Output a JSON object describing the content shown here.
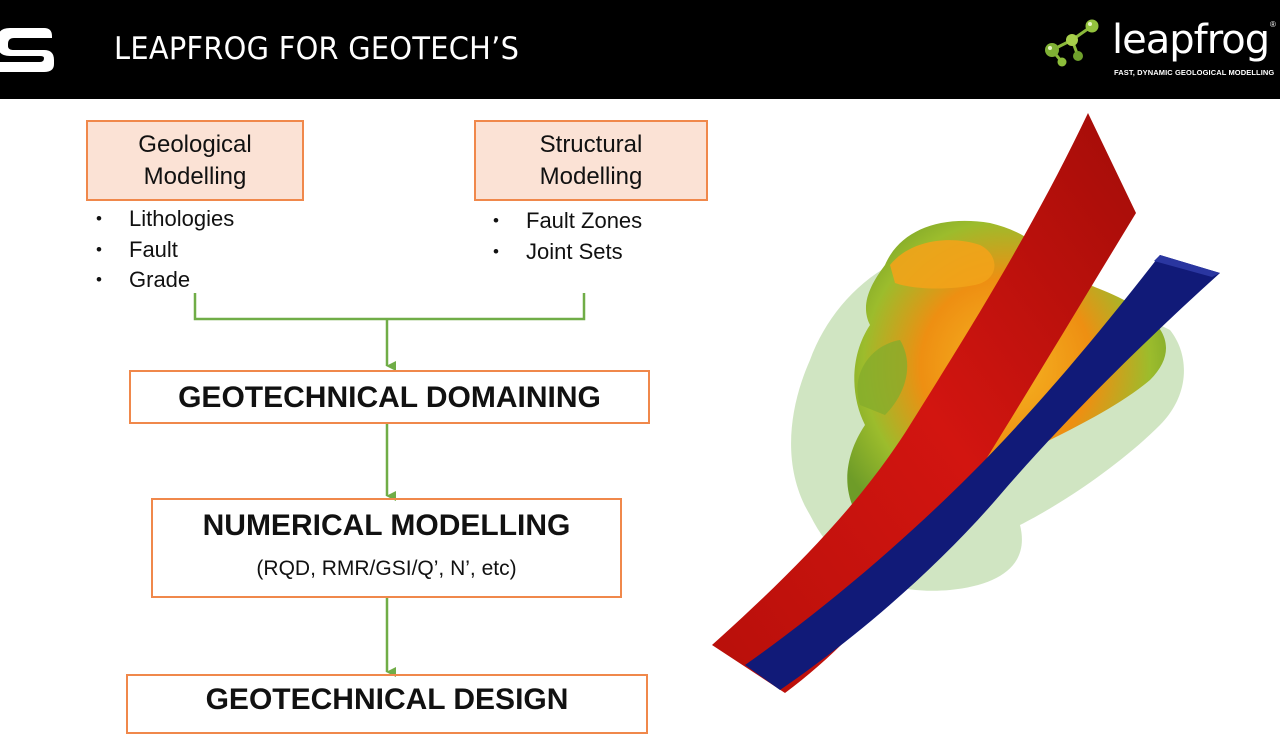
{
  "header": {
    "title": "LEAPFROG FOR GEOTECH’S",
    "brand": {
      "word": "leapfrog",
      "registered": "®",
      "tagline": "FAST, DYNAMIC GEOLOGICAL MODELLING"
    }
  },
  "diagram": {
    "geological": {
      "title_line1": "Geological",
      "title_line2": "Modelling",
      "bullets": [
        "Lithologies",
        "Fault",
        "Grade"
      ]
    },
    "structural": {
      "title_line1": "Structural",
      "title_line2": "Modelling",
      "bullets": [
        "Fault Zones",
        "Joint Sets"
      ]
    },
    "domaining": "GEOTECHNICAL DOMAINING",
    "numerical": {
      "title": "NUMERICAL MODELLING",
      "subtitle": "(RQD, RMR/GSI/Q’, N’, etc)"
    },
    "design": "GEOTECHNICAL DESIGN"
  },
  "colors": {
    "box_border": "#f0884b",
    "box_fill": "#fbe2d5",
    "connector": "#70ad47",
    "fault_red": "#c8120c",
    "fault_blue": "#101a78",
    "ore_orange": "#f39c12",
    "ore_green": "#7cae2a"
  }
}
